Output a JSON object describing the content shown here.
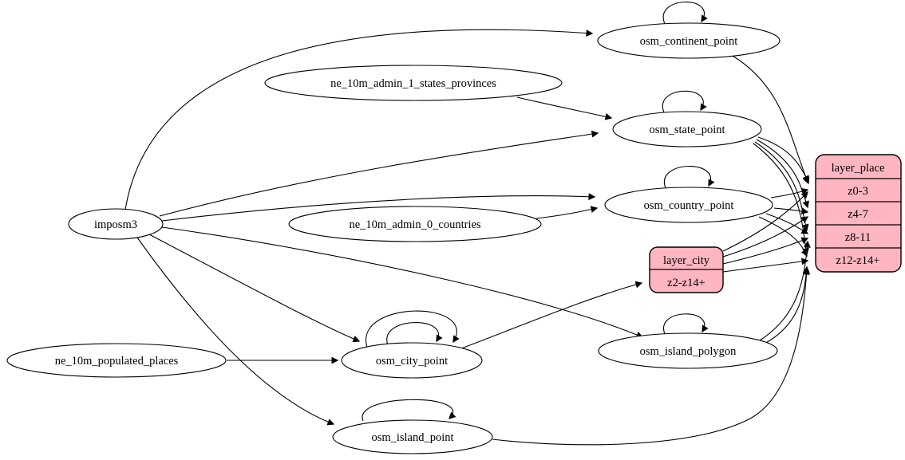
{
  "diagram": {
    "kind": "etl-dependency-graph",
    "colors": {
      "background": "#ffffff",
      "node_fill": "#ffffff",
      "record_fill": "#ffb6c1",
      "stroke": "#000000"
    },
    "nodes": {
      "imposm3": "imposm3",
      "ne_admin1": "ne_10m_admin_1_states_provinces",
      "ne_admin0": "ne_10m_admin_0_countries",
      "ne_populated": "ne_10m_populated_places",
      "continent": "osm_continent_point",
      "state": "osm_state_point",
      "country": "osm_country_point",
      "city": "osm_city_point",
      "island_polygon": "osm_island_polygon",
      "island_point": "osm_island_point"
    },
    "layer_city": {
      "title": "layer_city",
      "rows": [
        "z2-z14+"
      ]
    },
    "layer_place": {
      "title": "layer_place",
      "rows": [
        "z0-3",
        "z4-7",
        "z8-11",
        "z12-z14+"
      ]
    },
    "edges": [
      {
        "from": "imposm3",
        "to": "osm_continent_point"
      },
      {
        "from": "imposm3",
        "to": "osm_state_point"
      },
      {
        "from": "imposm3",
        "to": "osm_country_point"
      },
      {
        "from": "imposm3",
        "to": "osm_city_point"
      },
      {
        "from": "imposm3",
        "to": "osm_island_polygon"
      },
      {
        "from": "imposm3",
        "to": "osm_island_point"
      },
      {
        "from": "ne_10m_admin_1_states_provinces",
        "to": "osm_state_point"
      },
      {
        "from": "ne_10m_admin_0_countries",
        "to": "osm_country_point"
      },
      {
        "from": "ne_10m_populated_places",
        "to": "osm_city_point"
      },
      {
        "from": "osm_continent_point",
        "to": "osm_continent_point"
      },
      {
        "from": "osm_state_point",
        "to": "osm_state_point"
      },
      {
        "from": "osm_country_point",
        "to": "osm_country_point"
      },
      {
        "from": "osm_city_point",
        "to": "osm_city_point"
      },
      {
        "from": "osm_city_point",
        "to": "osm_city_point"
      },
      {
        "from": "osm_island_polygon",
        "to": "osm_island_polygon"
      },
      {
        "from": "osm_island_point",
        "to": "osm_island_point"
      },
      {
        "from": "osm_city_point",
        "to": "layer_city:z2-z14+"
      },
      {
        "from": "osm_continent_point",
        "to": "layer_place:z0-3"
      },
      {
        "from": "osm_state_point",
        "to": "layer_place:z0-3"
      },
      {
        "from": "osm_state_point",
        "to": "layer_place:z4-7"
      },
      {
        "from": "osm_state_point",
        "to": "layer_place:z8-11"
      },
      {
        "from": "osm_state_point",
        "to": "layer_place:z12-z14+"
      },
      {
        "from": "osm_country_point",
        "to": "layer_place:z0-3"
      },
      {
        "from": "osm_country_point",
        "to": "layer_place:z4-7"
      },
      {
        "from": "osm_country_point",
        "to": "layer_place:z8-11"
      },
      {
        "from": "osm_country_point",
        "to": "layer_place:z12-z14+"
      },
      {
        "from": "layer_city",
        "to": "layer_place:z0-3"
      },
      {
        "from": "layer_city",
        "to": "layer_place:z4-7"
      },
      {
        "from": "layer_city",
        "to": "layer_place:z8-11"
      },
      {
        "from": "layer_city",
        "to": "layer_place:z12-z14+"
      },
      {
        "from": "osm_island_polygon",
        "to": "layer_place:z8-11"
      },
      {
        "from": "osm_island_polygon",
        "to": "layer_place:z12-z14+"
      },
      {
        "from": "osm_island_point",
        "to": "layer_place:z12-z14+"
      }
    ]
  }
}
